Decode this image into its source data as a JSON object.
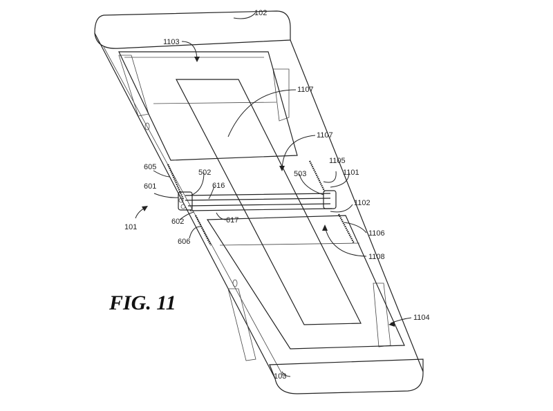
{
  "figure": {
    "title": "FIG. 11",
    "labels": {
      "l102": "102",
      "l1103": "1103",
      "l1107a": "1107",
      "l1107b": "1107",
      "l605": "605",
      "l502": "502",
      "l1105": "1105",
      "l503": "503",
      "l1101": "1101",
      "l601": "601",
      "l616": "616",
      "l1102": "1102",
      "l101": "101",
      "l602": "602",
      "l617": "617",
      "l1106": "1106",
      "l606": "606",
      "l1108": "1108",
      "l1104": "1104",
      "l103": "103"
    }
  }
}
